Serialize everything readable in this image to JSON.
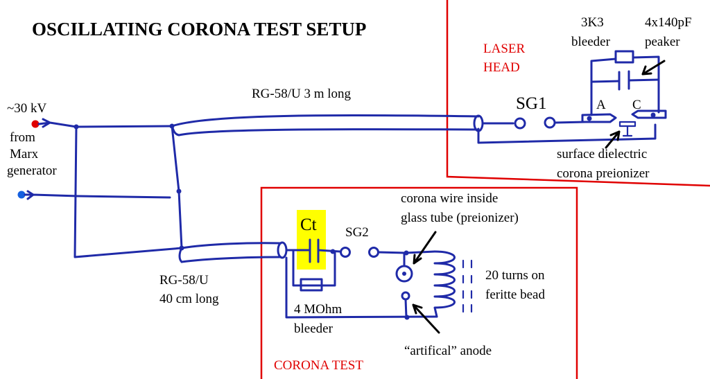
{
  "title": "OSCILLATING CORONA TEST SETUP",
  "sections": {
    "laser_head": {
      "line1": "LASER",
      "line2": "HEAD"
    },
    "corona_test": {
      "label": "CORONA TEST"
    }
  },
  "source": {
    "voltage": "~30 kV",
    "from1": "from",
    "from2": "Marx",
    "from3": "generator"
  },
  "cables": {
    "long": "RG-58/U 3 m long",
    "short_line1": "RG-58/U",
    "short_line2": "40 cm long"
  },
  "laser": {
    "sg1": "SG1",
    "bleeder_value": "3K3",
    "bleeder_label": "bleeder",
    "peaker_value": "4x140pF",
    "peaker_label": "peaker",
    "anode": "A",
    "cathode": "C",
    "preionizer_line1": "surface dielectric",
    "preionizer_line2": "corona preionizer"
  },
  "corona": {
    "ct": "Ct",
    "sg2": "SG2",
    "wire_line1": "corona wire inside",
    "wire_line2": "glass tube (preionizer)",
    "coil_line1": "20 turns on",
    "coil_line2": "feritte bead",
    "bleeder_value": "4 MOhm",
    "bleeder_label": "bleeder",
    "anode": "“artifical” anode"
  },
  "colors": {
    "wire": "#1f2aa8",
    "section_border": "#e00000",
    "ct_highlight": "#ffff00",
    "hv_terminal": "#e00000",
    "ground_terminal": "#1560e0"
  }
}
